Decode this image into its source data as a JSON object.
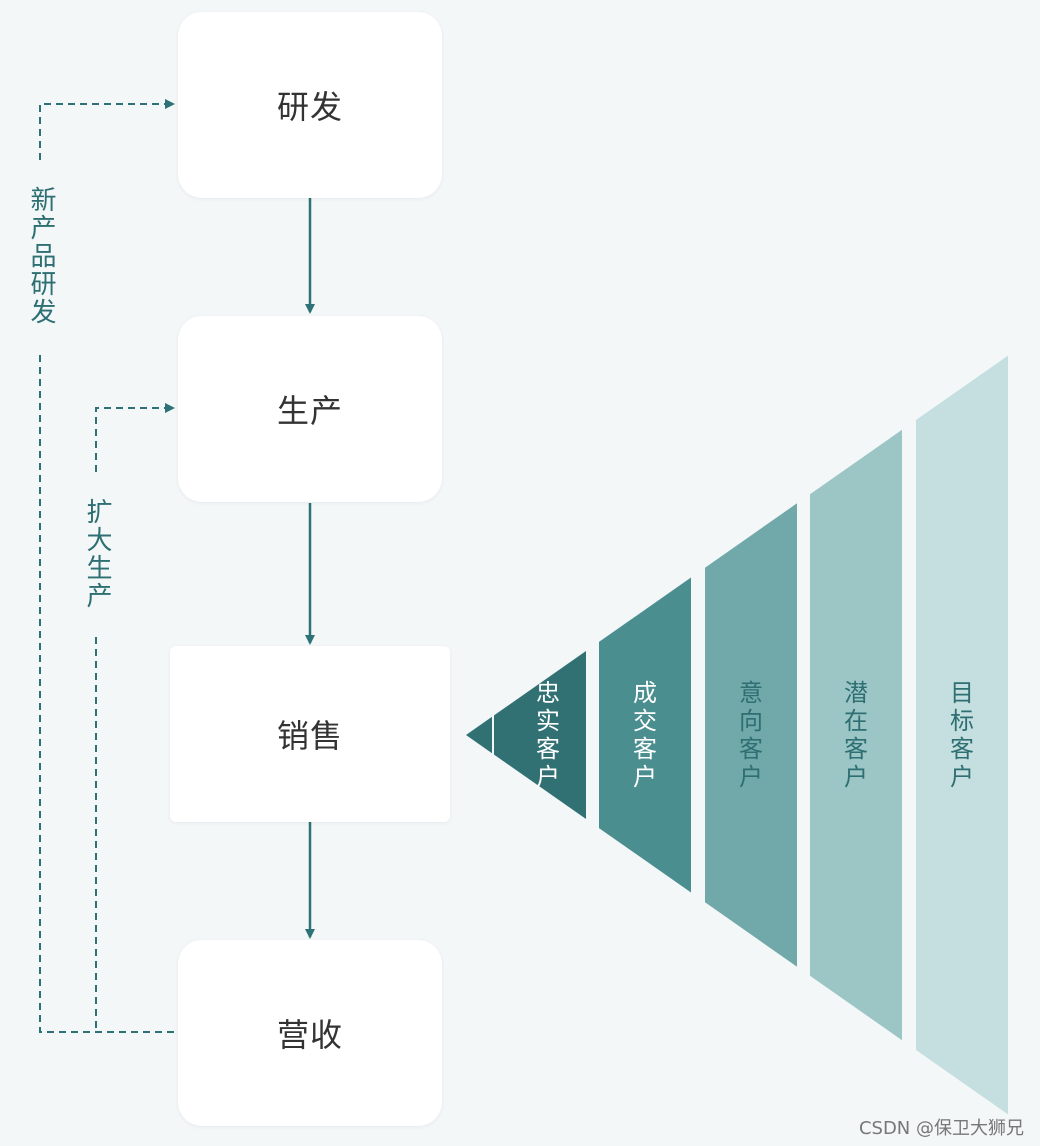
{
  "flow": {
    "steps": [
      "研发",
      "生产",
      "销售",
      "营收"
    ],
    "loop_labels": [
      "新产品研发",
      "扩大生产"
    ]
  },
  "funnel": {
    "stages": [
      "忠实客户",
      "成交客户",
      "意向客户",
      "潜在客户",
      "目标客户"
    ],
    "colors": [
      "#317174",
      "#4b8e90",
      "#71a8a9",
      "#9cc5c6",
      "#c5dedf"
    ],
    "text_colors": [
      "#ffffff",
      "#ffffff",
      "#2d6f72",
      "#2d6f72",
      "#2d6f72"
    ]
  },
  "colors": {
    "line": "#2d7276",
    "background": "#f3f7f8"
  },
  "watermark": "CSDN @保卫大狮兄"
}
